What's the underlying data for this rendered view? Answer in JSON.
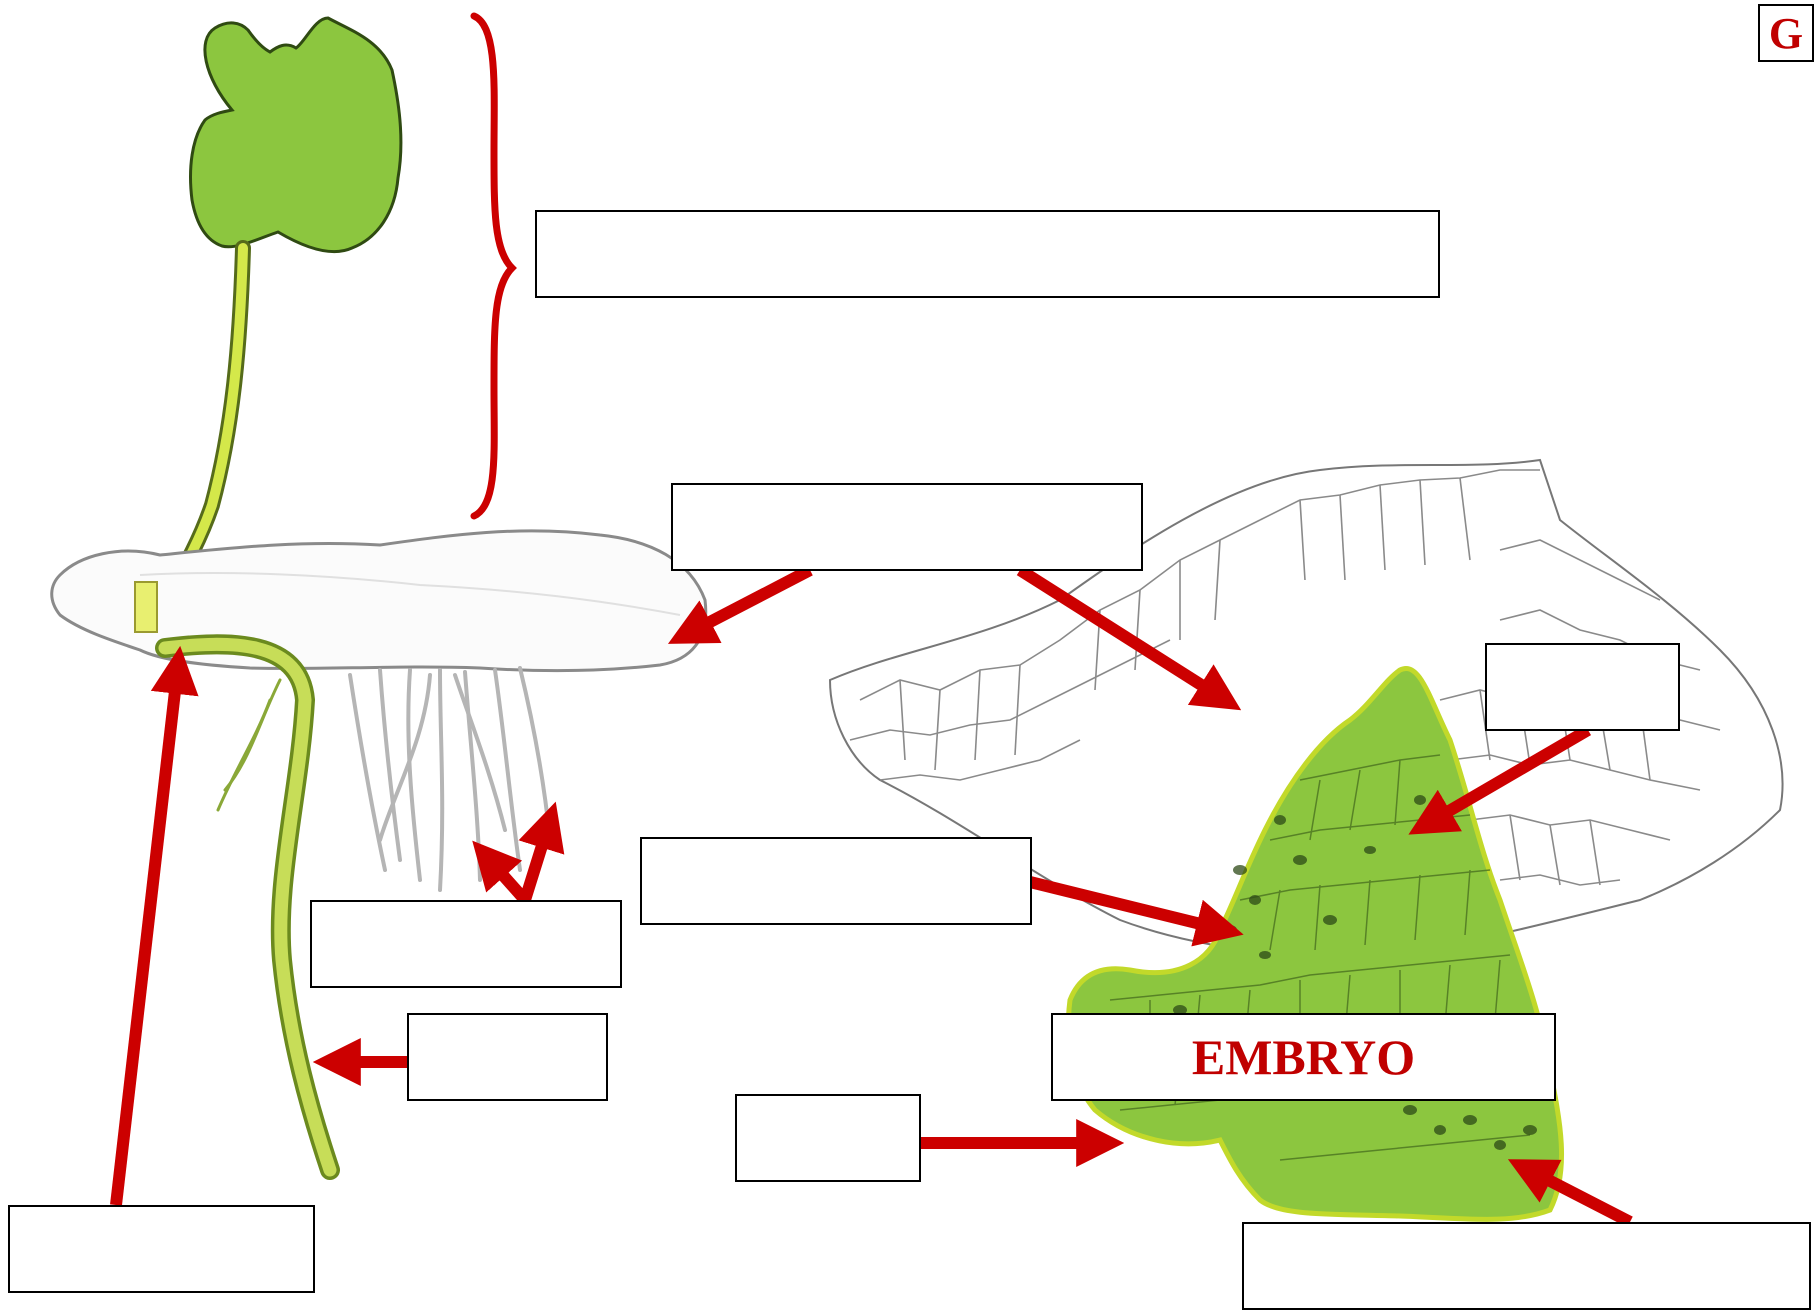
{
  "worksheet": {
    "corner_tag": "G",
    "colors": {
      "accent": "#cc0000",
      "plant_green": "#8cc63f",
      "stem_yellow": "#d4e84a",
      "outline": "#000000"
    }
  },
  "labels": [
    {
      "id": "sporophyte-bracket-label",
      "text": ""
    },
    {
      "id": "prothallus-label",
      "text": ""
    },
    {
      "id": "cell-label",
      "text": ""
    },
    {
      "id": "rhizoids-label",
      "text": ""
    },
    {
      "id": "gametophyte-tissue-label",
      "text": ""
    },
    {
      "id": "root-label",
      "text": ""
    },
    {
      "id": "embryo-label",
      "text": "EMBRYO"
    },
    {
      "id": "foot-label",
      "text": ""
    },
    {
      "id": "apical-cell-label",
      "text": ""
    },
    {
      "id": "junction-label",
      "text": ""
    }
  ]
}
